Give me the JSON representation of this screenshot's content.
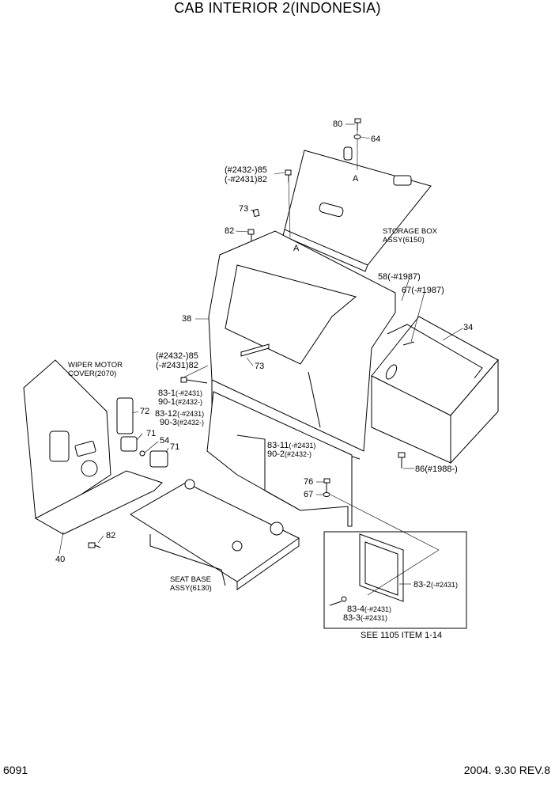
{
  "title": "CAB INTERIOR 2(INDONESIA)",
  "page_number": "6091",
  "revision": "2004. 9.30  REV.8",
  "labels": {
    "p80": "80",
    "p64": "64",
    "p85a": "(#2432-)85",
    "p82a": "(-#2431)82",
    "refA1": "A",
    "refA2": "A",
    "p73a": "73",
    "p82b": "82",
    "storage1": "STORAGE BOX",
    "storage2": "ASSY(6150)",
    "p58": "58(-#1987)",
    "p67a": "67(-#1987)",
    "p38": "38",
    "p34": "34",
    "p85b": "(#2432-)85",
    "p82c": "(-#2431)82",
    "p73b": "73",
    "wiper1": "WIPER MOTOR",
    "wiper2": "COVER(2070)",
    "p83_1": "83-1",
    "p83_1s": "(-#2431)",
    "p90_1": "90-1",
    "p90_1s": "(#2432-)",
    "p72": "72",
    "p83_12": "83-12",
    "p83_12s": "(-#2431)",
    "p90_3": "90-3",
    "p90_3s": "(#2432-)",
    "p71a": "71",
    "p54": "54",
    "p71b": "71",
    "p83_11": "83-11",
    "p83_11s": "(-#2431)",
    "p90_2": "90-2",
    "p90_2s": "(#2432-)",
    "p86": "86(#1988-)",
    "p76": "76",
    "p67b": "67",
    "p82d": "82",
    "p40": "40",
    "seat1": "SEAT BASE",
    "seat2": "ASSY(6130)",
    "p83_2": "83-2",
    "p83_2s": "(-#2431)",
    "p83_4": "83-4",
    "p83_4s": "(-#2431)",
    "p83_3": "83-3",
    "p83_3s": "(-#2431)",
    "see": "SEE 1105 ITEM 1-14"
  }
}
